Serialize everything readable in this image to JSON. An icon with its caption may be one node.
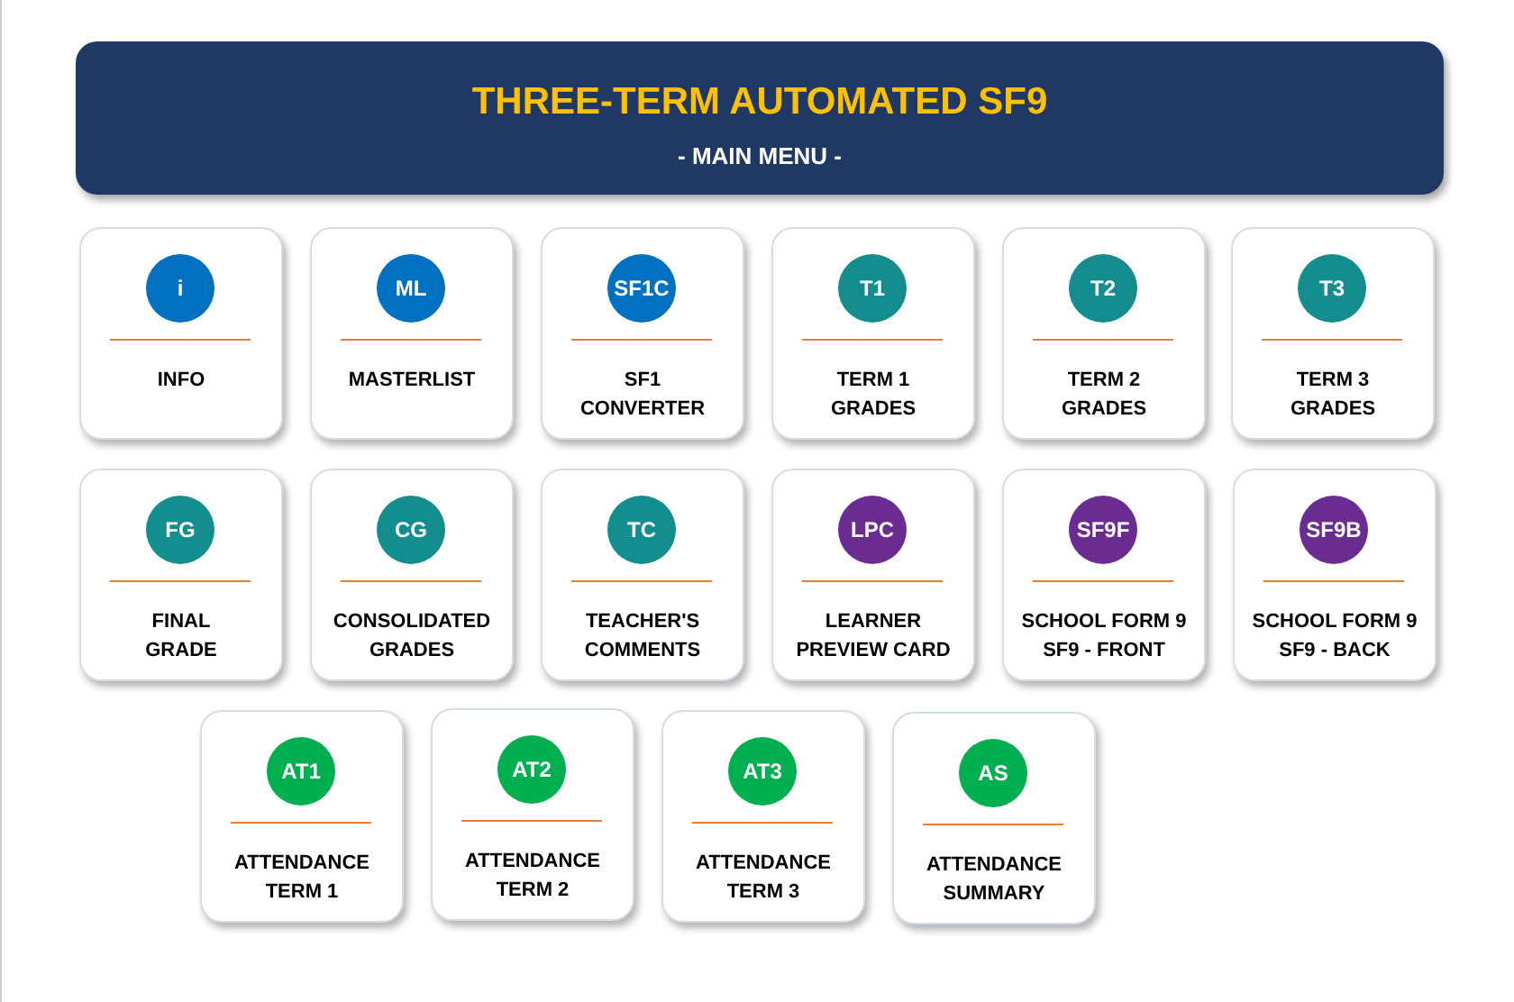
{
  "diagram": {
    "nodes": [
      {
        "text": [
          "THREE-TERM AUTOMATED SF9",
          "- MAIN MENU -"
        ]
      },
      {
        "text": [
          "i",
          "INFO"
        ]
      },
      {
        "text": [
          "ML",
          "MASTERLIST"
        ]
      },
      {
        "text": [
          "SF1C",
          "SF1 CONVERTER"
        ]
      },
      {
        "text": [
          "T1",
          "TERM 1 GRADES"
        ]
      },
      {
        "text": [
          "T2",
          "TERM 2 GRADES"
        ]
      },
      {
        "text": [
          "T3",
          "TERM 3 GRADES"
        ]
      },
      {
        "text": [
          "FG",
          "FINAL GRADE"
        ]
      },
      {
        "text": [
          "CG",
          "CONSOLIDATED GRADES"
        ]
      },
      {
        "text": [
          "TC",
          "TEACHER'S COMMENTS"
        ]
      },
      {
        "text": [
          "LPC",
          "LEARNER PREVIEW CARD"
        ]
      },
      {
        "text": [
          "SF9F",
          "SCHOOL FORM 9 SF9 - FRONT"
        ]
      },
      {
        "text": [
          "SF9B",
          "SCHOOL FORM 9 SF9 - BACK"
        ]
      },
      {
        "text": [
          "AT1",
          "ATTENDANCE TERM 1"
        ]
      },
      {
        "text": [
          "AT2",
          "ATTENDANCE TERM 2"
        ]
      },
      {
        "text": [
          "AT3",
          "ATTENDANCE TERM 3"
        ]
      },
      {
        "text": [
          "AS",
          "ATTENDANCE SUMMARY"
        ]
      }
    ]
  }
}
